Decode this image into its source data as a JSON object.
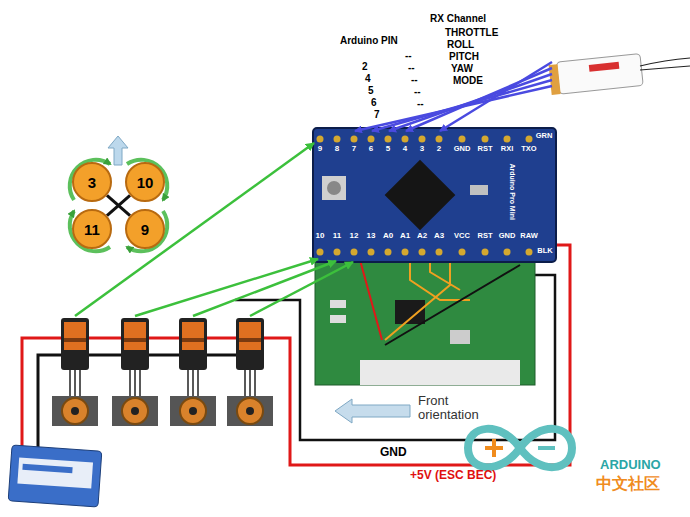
{
  "diagram": {
    "nodes": [
      {
        "text": [
          "3"
        ]
      },
      {
        "text": [
          "10"
        ]
      },
      {
        "text": [
          "11"
        ]
      },
      {
        "text": [
          "9"
        ]
      }
    ],
    "edges": [
      {
        "from": 0,
        "to": 3,
        "arrow": "none"
      },
      {
        "from": 1,
        "to": 2,
        "arrow": "none"
      }
    ],
    "labels": [
      "Arduino PIN",
      "RX Channel",
      "2",
      "--",
      "THROTTLE",
      "4",
      "--",
      "ROLL",
      "5",
      "--",
      "PITCH",
      "6",
      "--",
      "YAW",
      "7",
      "--",
      "MODE",
      "9",
      "8",
      "7",
      "6",
      "5",
      "4",
      "3",
      "2",
      "GND",
      "RST",
      "RXI",
      "TXO",
      "GRN",
      "10",
      "11",
      "12",
      "13",
      "A0",
      "A1",
      "A2",
      "A3",
      "VCC",
      "RST",
      "GND",
      "RAW",
      "BLK",
      "Arduino Pro Mini",
      "Front orientation",
      "GND",
      "+5V (ESC BEC)",
      "ARDUINO",
      "中文社区"
    ]
  }
}
